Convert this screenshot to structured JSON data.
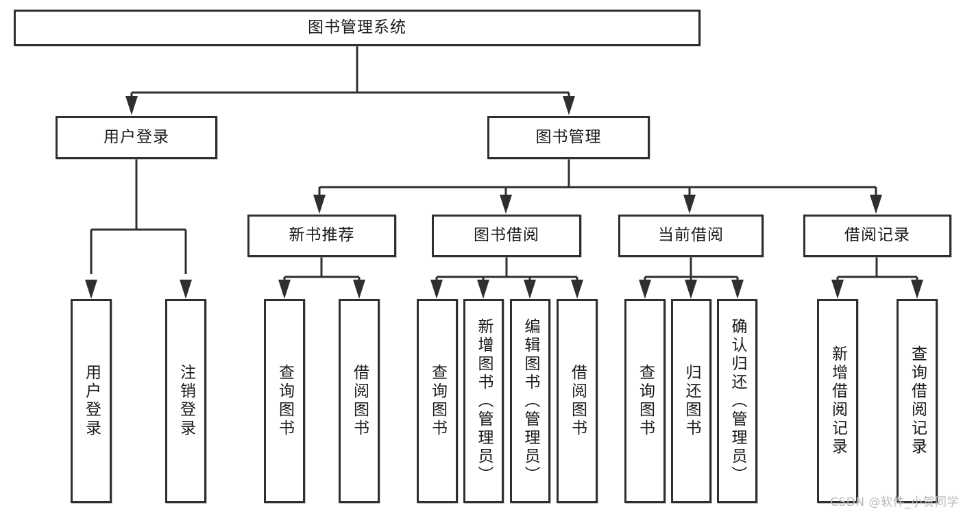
{
  "diagram": {
    "type": "tree",
    "title": "图书管理系统",
    "root": {
      "label": "图书管理系统"
    },
    "level2": [
      {
        "label": "用户登录"
      },
      {
        "label": "图书管理"
      }
    ],
    "level3": [
      {
        "label": "新书推荐"
      },
      {
        "label": "图书借阅"
      },
      {
        "label": "当前借阅"
      },
      {
        "label": "借阅记录"
      }
    ],
    "leaves": {
      "user_login": [
        {
          "label": "用户登录"
        },
        {
          "label": "注销登录"
        }
      ],
      "new_book_recommend": [
        {
          "label": "查询图书"
        },
        {
          "label": "借阅图书"
        }
      ],
      "book_borrow": [
        {
          "label": "查询图书"
        },
        {
          "label": "新增图书（管理员）"
        },
        {
          "label": "编辑图书（管理员）"
        },
        {
          "label": "借阅图书"
        }
      ],
      "current_borrow": [
        {
          "label": "查询图书"
        },
        {
          "label": "归还图书"
        },
        {
          "label": "确认归还（管理员）"
        }
      ],
      "borrow_record": [
        {
          "label": "新增借阅记录"
        },
        {
          "label": "查询借阅记录"
        }
      ]
    }
  },
  "watermark": {
    "text": "CSDN @软件_小贺同学"
  },
  "colors": {
    "stroke": "#2f2f2f",
    "background": "#ffffff",
    "text": "#1a1a1a",
    "watermark": "#b9b9b9"
  }
}
